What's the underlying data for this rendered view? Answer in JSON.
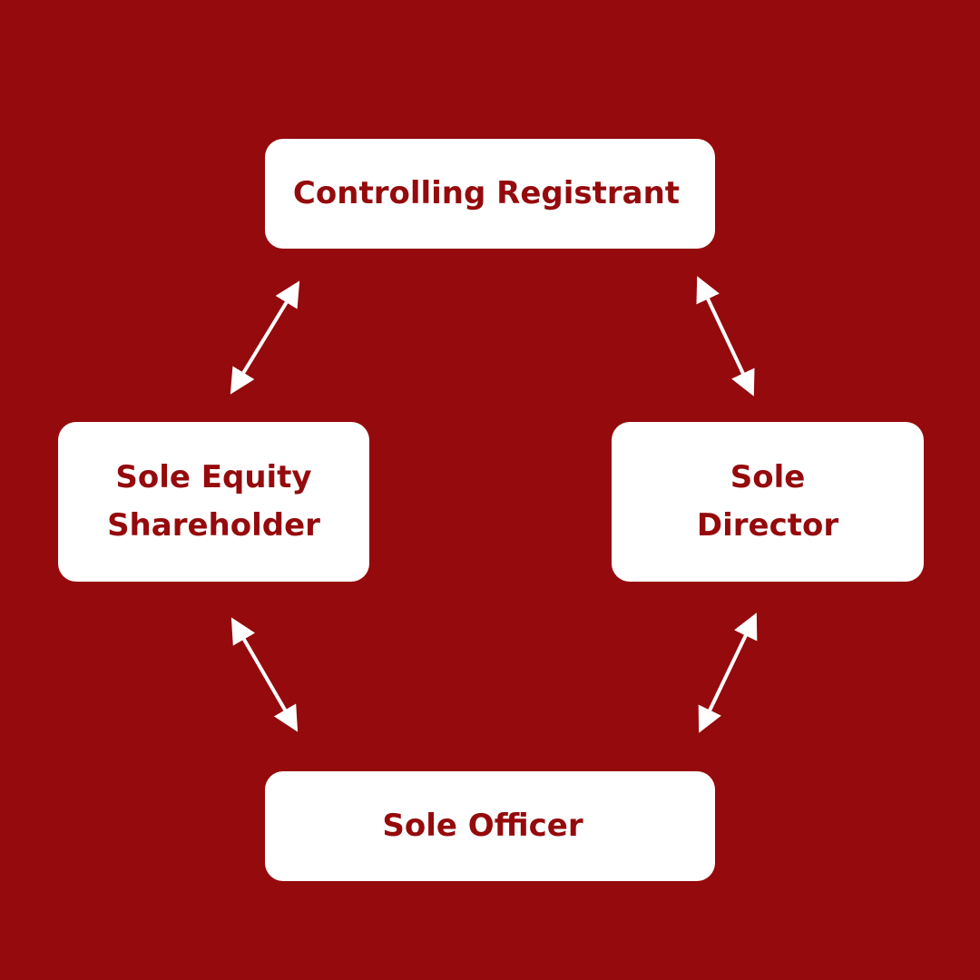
{
  "theme": {
    "background": "#950a0c",
    "box_fill": "#ffffff",
    "text_color": "#950a0c",
    "arrow_color": "#ffffff"
  },
  "nodes": {
    "top": {
      "lines": [
        "Controlling Registrant"
      ]
    },
    "left": {
      "lines": [
        "Sole Equity",
        "Shareholder"
      ]
    },
    "right": {
      "lines": [
        "Sole",
        "Director"
      ]
    },
    "bottom": {
      "lines": [
        "Sole Officer"
      ]
    }
  },
  "connectors": [
    {
      "from": "top",
      "to": "left",
      "style": "double-arrow"
    },
    {
      "from": "top",
      "to": "right",
      "style": "double-arrow"
    },
    {
      "from": "left",
      "to": "bottom",
      "style": "double-arrow"
    },
    {
      "from": "right",
      "to": "bottom",
      "style": "double-arrow"
    }
  ]
}
